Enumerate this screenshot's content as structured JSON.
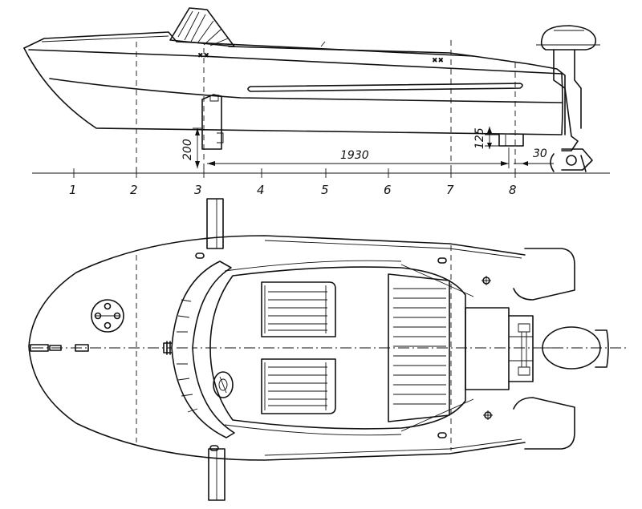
{
  "stations": [
    "1",
    "2",
    "3",
    "4",
    "5",
    "6",
    "7",
    "8"
  ],
  "dimensions": {
    "length": "1930",
    "draft": "200",
    "step": "125",
    "offset": "30"
  }
}
